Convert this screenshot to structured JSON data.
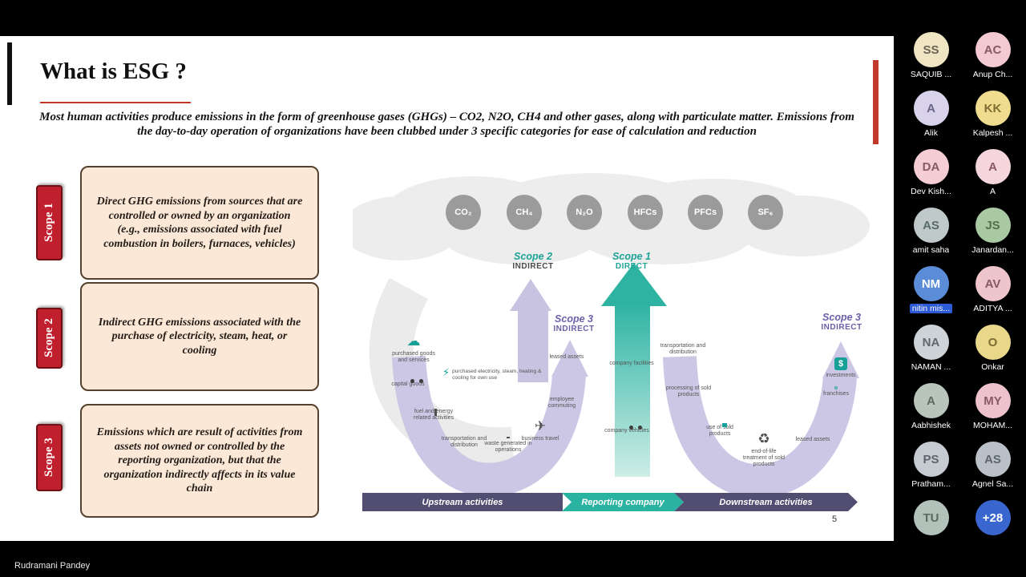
{
  "meeting": {
    "presenter_name": "Rudramani Pandey",
    "participants": [
      {
        "initials": "SS",
        "name": "SAQUIB ...",
        "bg": "#efe5c3",
        "fg": "#6b6354"
      },
      {
        "initials": "AC",
        "name": "Anup Ch...",
        "bg": "#f3c9d2",
        "fg": "#8a5a64"
      },
      {
        "initials": "A",
        "name": "Alik",
        "bg": "#d8d3ea",
        "fg": "#6a6486"
      },
      {
        "initials": "KK",
        "name": "Kalpesh ...",
        "bg": "#f0dc8e",
        "fg": "#7d6e33"
      },
      {
        "initials": "DA",
        "name": "Dev Kish...",
        "bg": "#f5cdd4",
        "fg": "#8a5a64"
      },
      {
        "initials": "A",
        "name": "A",
        "bg": "#f6d6dd",
        "fg": "#8a5a64"
      },
      {
        "initials": "AS",
        "name": "amit saha",
        "bg": "#bfc9c9",
        "fg": "#586969"
      },
      {
        "initials": "JS",
        "name": "Janardan...",
        "bg": "#a9c9a3",
        "fg": "#50704a"
      },
      {
        "initials": "NM",
        "name": "nitin mis...",
        "bg": "#5b8cd8",
        "fg": "#ffffff"
      },
      {
        "initials": "AV",
        "name": "ADITYA ...",
        "bg": "#eec5cb",
        "fg": "#8a5a64"
      },
      {
        "initials": "NA",
        "name": "NAMAN ...",
        "bg": "#cdd3d7",
        "fg": "#60686e"
      },
      {
        "initials": "O",
        "name": "Onkar",
        "bg": "#e9d88a",
        "fg": "#7d6e33"
      },
      {
        "initials": "A",
        "name": "Aabhishek",
        "bg": "#b9c5bb",
        "fg": "#5a6a5c"
      },
      {
        "initials": "MY",
        "name": "MOHAM...",
        "bg": "#edc2cc",
        "fg": "#8a5a64"
      },
      {
        "initials": "PS",
        "name": "Pratham...",
        "bg": "#c6cbd1",
        "fg": "#5d656c"
      },
      {
        "initials": "AS",
        "name": "Agnel Sa...",
        "bg": "#b9c0c7",
        "fg": "#5d656c"
      },
      {
        "initials": "TU",
        "name": "",
        "bg": "#b2c1ba",
        "fg": "#5a6a5c"
      },
      {
        "initials": "+28",
        "name": "",
        "bg": "#3a66d0",
        "fg": "#ffffff"
      }
    ]
  },
  "slide": {
    "title": "What is ESG ?",
    "intro": "Most human activities produce emissions in the form of greenhouse gases (GHGs) – CO2, N2O, CH4 and other gases, along with particulate matter. Emissions from the day-to-day operation of organizations have been clubbed under 3 specific categories for ease of calculation and reduction",
    "page_number": "5",
    "scopes": [
      {
        "label": "Scope 1",
        "text": "Direct GHG emissions from sources that are controlled or owned by an organization (e.g., emissions associated with fuel combustion in boilers, furnaces, vehicles)"
      },
      {
        "label": "Scope 2",
        "text": "Indirect GHG emissions associated with the purchase of electricity, steam, heat, or cooling"
      },
      {
        "label": "Scope 3",
        "text": "Emissions which are result of activities from assets not owned or controlled by the reporting organization, but that the organization indirectly affects in its value chain"
      }
    ],
    "diagram": {
      "gases": [
        "CO₂",
        "CH₄",
        "N₂O",
        "HFCs",
        "PFCs",
        "SF₆"
      ],
      "scope_labels": {
        "scope2": {
          "name": "Scope 2",
          "kind": "INDIRECT"
        },
        "scope1": {
          "name": "Scope 1",
          "kind": "DIRECT"
        },
        "scope3_upstream": {
          "name": "Scope 3",
          "kind": "INDIRECT"
        },
        "scope3_downstream": {
          "name": "Scope 3",
          "kind": "INDIRECT"
        }
      },
      "electricity_note": "purchased electricity, steam, heating & cooling for own use",
      "icons": [
        {
          "label": "purchased goods and services"
        },
        {
          "label": "capital goods"
        },
        {
          "label": "fuel and energy related activities"
        },
        {
          "label": "transportation and distribution"
        },
        {
          "label": "waste generated in operations"
        },
        {
          "label": "leased assets"
        },
        {
          "label": "employee commuting"
        },
        {
          "label": "business travel"
        },
        {
          "label": "company facilities"
        },
        {
          "label": "company vehicles"
        },
        {
          "label": "transportation and distribution"
        },
        {
          "label": "processing of sold products"
        },
        {
          "label": "use of sold products"
        },
        {
          "label": "end-of-life treatment of sold products"
        },
        {
          "label": "investments"
        },
        {
          "label": "franchises"
        },
        {
          "label": "leased assets"
        }
      ],
      "footer": {
        "upstream": "Upstream activities",
        "company": "Reporting company",
        "downstream": "Downstream activities"
      }
    },
    "glyphs": {
      "cloud": "☁",
      "plane": "✈",
      "recycle": "♻",
      "bolt": "⚡",
      "dollar": "$"
    }
  }
}
